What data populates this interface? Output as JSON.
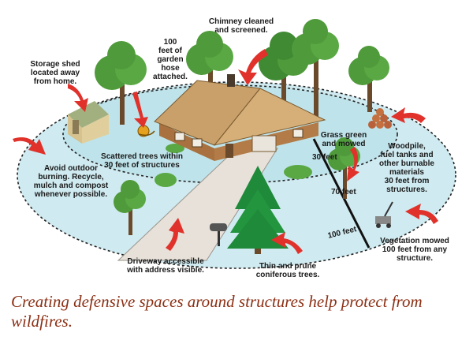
{
  "labels": {
    "chimney": "Chimney cleaned\nand screened.",
    "hose": "100\nfeet of\ngarden\nhose\nattached.",
    "shed": "Storage shed\nlocated away\nfrom home.",
    "scattered_trees": "Scattered trees within\n30 feet of structures",
    "grass": "Grass green\nand mowed",
    "woodpile": "Woodpile,\nfuel tanks and\nother burnable\nmaterials\n30 feet from\nstructures.",
    "burning": "Avoid outdoor\nburning. Recycle,\nmulch and compost\nwhenever possible.",
    "driveway": "Driveway accessible\nwith address visible.",
    "prune": "Thin and prune\nconiferous trees.",
    "vegetation": "Vegetation mowed\n100 feet from any\nstructure."
  },
  "distances": {
    "d30": "30   feet",
    "d70": "70   feet",
    "d100": "100 feet"
  },
  "caption": "Creating defensive spaces around structures help protect from wildfires.",
  "colors": {
    "inner_zone": "#bfe3ea",
    "outer_zone": "#cfeaf0",
    "arrow": "#e0312b",
    "caption": "#8b2f14",
    "tree": "#4f9a3a",
    "conifer": "#1f8a3a",
    "roof": "#c9a06a",
    "wall": "#a8713f"
  }
}
